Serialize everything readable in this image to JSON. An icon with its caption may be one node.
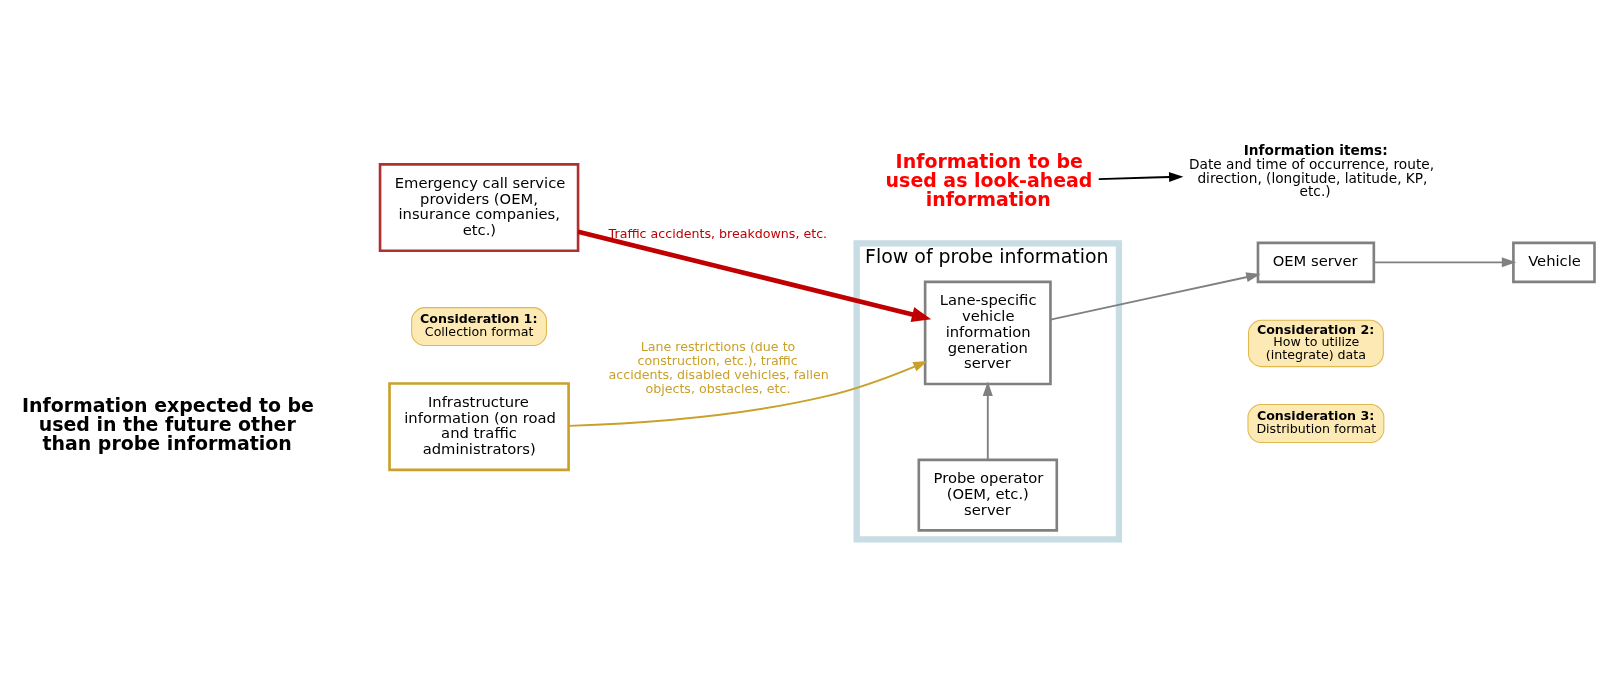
{
  "diagram": {
    "nodes": [
      {
        "text": [
          "Infrastructure information (on road and traffic administrators)"
        ]
      },
      {
        "text": [
          "Emergency call service providers (OEM, insurance companies, etc.)"
        ]
      },
      {
        "text": [
          "Flow of probe information"
        ]
      },
      {
        "text": [
          "Probe operator (OEM, etc.) server"
        ],
        "in": 2
      },
      {
        "text": [
          "Lane-specific vehicle information generation server"
        ],
        "in": 2
      },
      {
        "text": [
          "OEM server"
        ]
      },
      {
        "text": [
          "Vehicle"
        ]
      },
      {
        "text": [
          "Consideration 1:",
          "Collection format"
        ]
      },
      {
        "text": [
          "Consideration 2:",
          "How to utilize (integrate) data"
        ]
      },
      {
        "text": [
          "Consideration 3:",
          "Distribution format"
        ]
      },
      {
        "text": [
          "Information to be used as look-ahead information"
        ]
      },
      {
        "text": [
          "Information items:",
          "Date and time of occurrence, route, direction, (longitude, latitude, KP, etc.)"
        ]
      }
    ],
    "edges": [
      {
        "from": 0,
        "to": 4,
        "arrow": "to",
        "label": "Lane restrictions (due to construction, etc.), traffic accidents, disabled vehicles, fallen objects, obstacles, etc.",
        "color": "#c9a02a"
      },
      {
        "from": 1,
        "to": 4,
        "arrow": "to",
        "label": "Traffic accidents, breakdowns, etc.",
        "style": "thick",
        "color": "#c00000"
      },
      {
        "from": 3,
        "to": 4,
        "arrow": "to"
      },
      {
        "from": 4,
        "to": 5,
        "arrow": "to"
      },
      {
        "from": 5,
        "to": 6,
        "arrow": "to"
      },
      {
        "from": 10,
        "to": 11,
        "arrow": "to",
        "color": "#000000"
      }
    ],
    "labels": [
      "Information expected to be used in the future other than probe information"
    ]
  }
}
